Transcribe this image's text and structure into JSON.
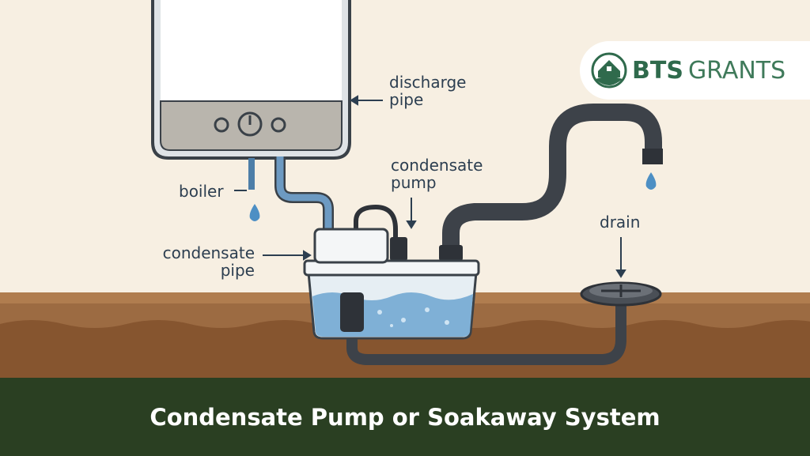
{
  "labels": {
    "discharge_pipe": [
      "discharge",
      "pipe"
    ],
    "boiler": "boiler",
    "condensate_pump": [
      "condensate",
      "pump"
    ],
    "condensate_pipe": [
      "condensate",
      "pipe"
    ],
    "drain": "drain"
  },
  "logo": {
    "brand_bold": "BTS",
    "brand_light": "GRANTS"
  },
  "banner": {
    "title": "Condensate Pump or Soakaway System"
  },
  "colors": {
    "banner": "#2a3f22",
    "background": "#f7efe2",
    "soil": "#9c6b42",
    "brand": "#2f6a4c"
  }
}
